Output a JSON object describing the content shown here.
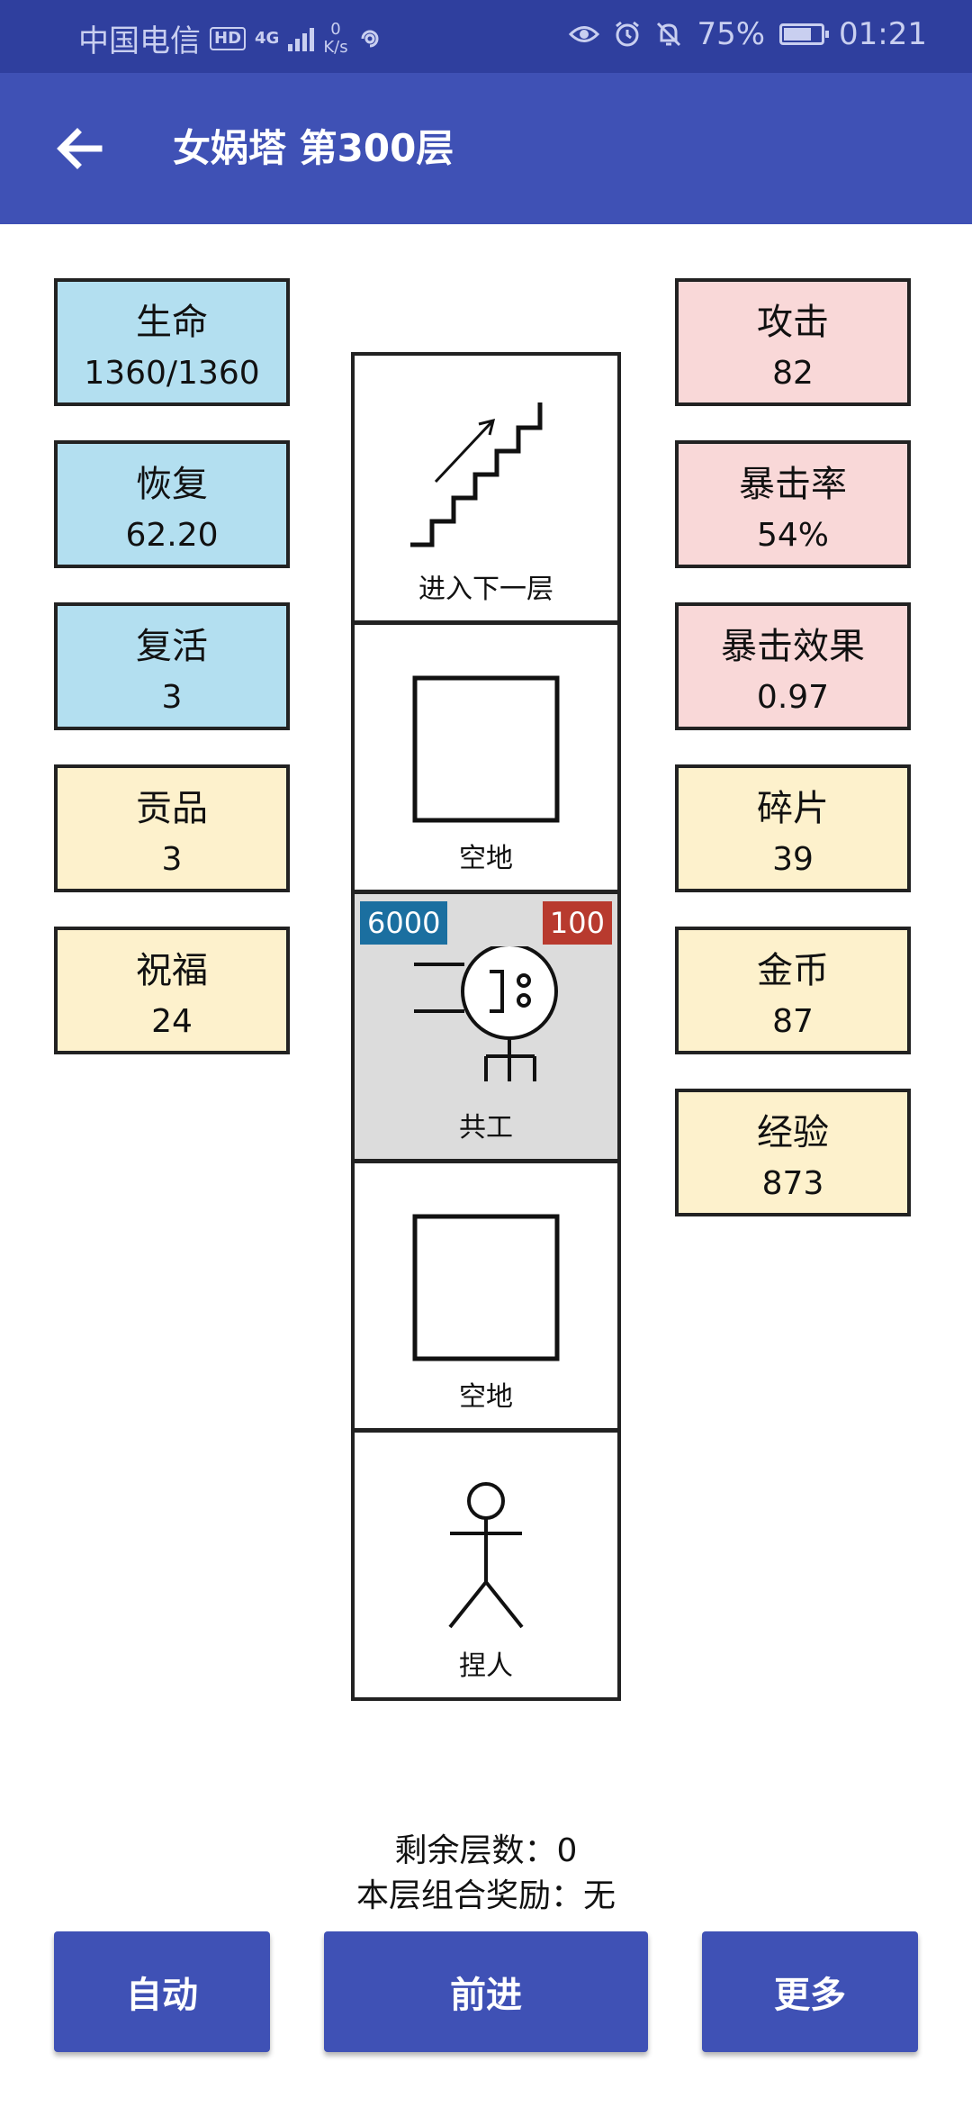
{
  "status_bar": {
    "carrier": "中国电信",
    "hd": "HD",
    "network": "4G",
    "speed_value": "0",
    "speed_unit": "K/s",
    "battery": "75%",
    "battery_level": 0.75,
    "time": "01:21",
    "icons": [
      "eye-icon",
      "alarm-icon",
      "mute-icon",
      "battery-icon"
    ]
  },
  "app_bar": {
    "title": "女娲塔 第300层",
    "back_icon": "arrow-left-icon"
  },
  "left_stats": [
    {
      "label": "生命",
      "value": "1360/1360"
    },
    {
      "label": "恢复",
      "value": "62.20"
    },
    {
      "label": "复活",
      "value": "3"
    },
    {
      "label": "贡品",
      "value": "3"
    },
    {
      "label": "祝福",
      "value": "24"
    }
  ],
  "right_stats": [
    {
      "label": "攻击",
      "value": "82"
    },
    {
      "label": "暴击率",
      "value": "54%"
    },
    {
      "label": "暴击效果",
      "value": "0.97"
    },
    {
      "label": "碎片",
      "value": "39"
    },
    {
      "label": "金币",
      "value": "87"
    },
    {
      "label": "经验",
      "value": "873"
    }
  ],
  "stat_colors": {
    "vital": "#b3dff0",
    "combat": "#f9d8d8",
    "resource": "#fdf1cc"
  },
  "tower": {
    "cells": [
      {
        "label": "进入下一层",
        "icon": "stairs-icon"
      },
      {
        "label": "空地",
        "icon": "empty-square-icon"
      },
      {
        "label": "共工",
        "icon": "monster-icon",
        "hp": "6000",
        "atk": "100"
      },
      {
        "label": "空地",
        "icon": "empty-square-icon"
      },
      {
        "label": "捏人",
        "icon": "stick-figure-icon"
      }
    ]
  },
  "info": {
    "remaining_floors": "剩余层数：0",
    "floor_reward": "本层组合奖励：无"
  },
  "buttons": {
    "auto": "自动",
    "forward": "前进",
    "more": "更多"
  }
}
